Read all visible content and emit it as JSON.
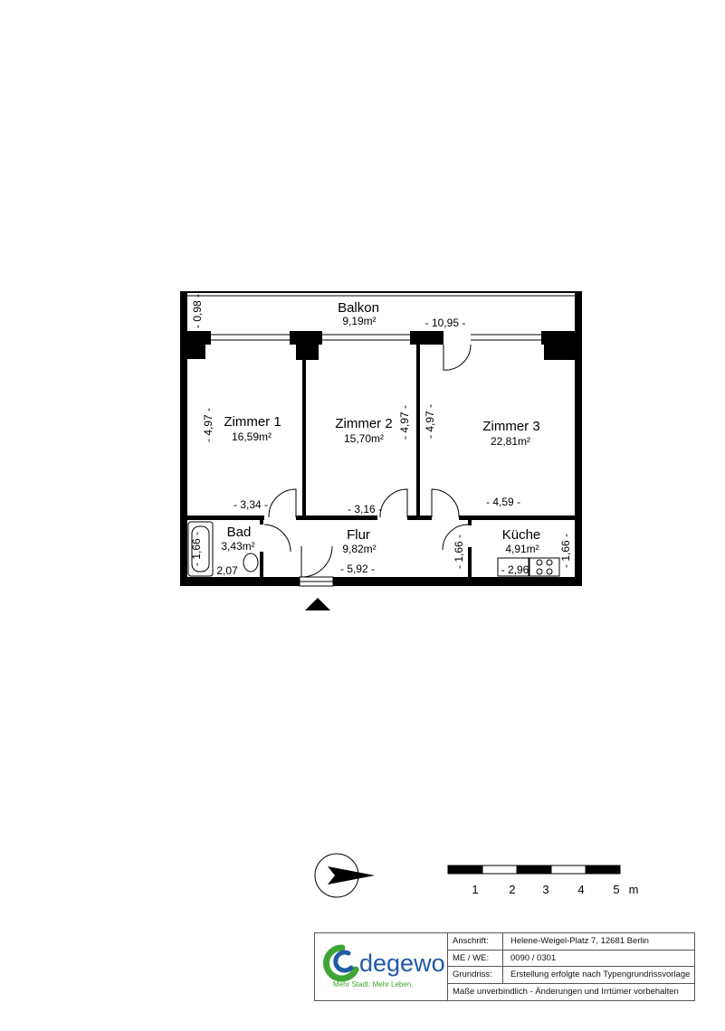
{
  "plan": {
    "rooms": [
      {
        "name": "Balkon",
        "area": "9,19m²"
      },
      {
        "name": "Zimmer 1",
        "area": "16,59m²"
      },
      {
        "name": "Zimmer 2",
        "area": "15,70m²"
      },
      {
        "name": "Zimmer 3",
        "area": "22,81m²"
      },
      {
        "name": "Bad",
        "area": "3,43m²"
      },
      {
        "name": "Flur",
        "area": "9,82m²"
      },
      {
        "name": "Küche",
        "area": "4,91m²"
      }
    ],
    "dimensions": {
      "balkon_depth": "- 0,98 -",
      "balkon_width": "- 10,95 -",
      "z1_depth": "- 4,97 -",
      "z1_width": "- 3,34 -",
      "z2_depth": "- 4,97 -",
      "z2_width": "- 3,16 -",
      "z3_depth": "- 4,97 -",
      "z3_width": "- 4,59 -",
      "bad_depth": "- 1,66 -",
      "bad_width": "2,07",
      "flur_width": "- 5,92 -",
      "kueche_depth_left": "- 1,66 -",
      "kueche_depth_right": "- 1,66 -",
      "kueche_width": "- 2,96"
    }
  },
  "scale": {
    "ticks": [
      "1",
      "2",
      "3",
      "4",
      "5"
    ],
    "unit": "m"
  },
  "logo": {
    "brand": "degewo",
    "slogan": "Mehr Stadt. Mehr Leben.",
    "color_blue": "#1f5aa6",
    "color_green": "#3fa535"
  },
  "info": {
    "address_label": "Anschrift:",
    "address": "Helene-Weigel-Platz 7, 12681 Berlin",
    "unit_label": "ME / WE:",
    "unit": "0090 / 0301",
    "plan_label": "Grundriss:",
    "plan": "Erstellung erfolgte nach Typengrundrissvorlage",
    "disclaimer": "Maße unverbindlich - Änderungen und Irrtümer vorbehalten"
  }
}
